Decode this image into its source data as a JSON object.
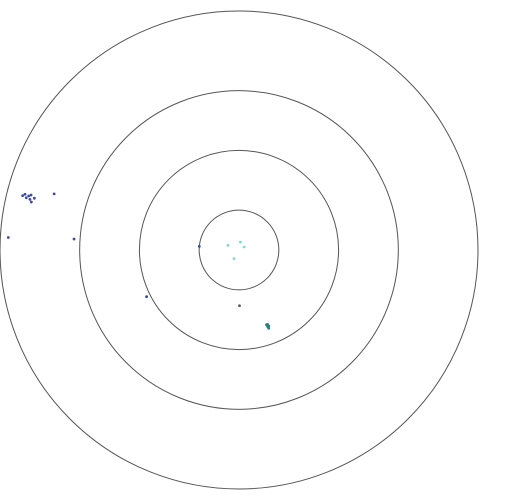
{
  "chart_data": {
    "type": "scatter",
    "coordinate_system": "polar",
    "title": "",
    "radial_ticks": [
      0.2,
      0.5,
      0.8,
      1.2
    ],
    "radial_ticks_labeled": false,
    "rmax": 1.2,
    "angle_zero": "east",
    "angle_direction": "counterclockwise",
    "ring_color": "#555555",
    "series": [
      {
        "color": "#3b4aa8",
        "points": [
          {
            "r": 1.12,
            "theta": 165.9
          },
          {
            "r": 1.11,
            "theta": 165.4
          },
          {
            "r": 1.1,
            "theta": 166.2
          },
          {
            "r": 1.09,
            "theta": 165.6
          },
          {
            "r": 1.08,
            "theta": 166.4
          },
          {
            "r": 1.08,
            "theta": 165.2
          },
          {
            "r": 1.07,
            "theta": 167.0
          },
          {
            "r": 1.06,
            "theta": 165.8
          },
          {
            "r": 0.97,
            "theta": 163.1
          },
          {
            "r": 0.52,
            "theta": 206.8
          },
          {
            "r": 0.2,
            "theta": 174.8
          },
          {
            "r": 1.16,
            "theta": 176.9
          },
          {
            "r": 0.83,
            "theta": 176.2
          }
        ]
      },
      {
        "color": "#2a7f7a",
        "points": [
          {
            "r": 0.41,
            "theta": 290.5
          },
          {
            "r": 0.4,
            "theta": 291.0
          },
          {
            "r": 0.42,
            "theta": 290.8
          },
          {
            "r": 0.4,
            "theta": 290.2
          },
          {
            "r": 0.41,
            "theta": 291.4
          }
        ]
      },
      {
        "color": "#7fd8d0",
        "points": [
          {
            "r": 0.06,
            "theta": 157.0
          },
          {
            "r": 0.05,
            "theta": 240.0
          },
          {
            "r": 0.04,
            "theta": 80.0
          },
          {
            "r": 0.03,
            "theta": 30.0
          }
        ]
      },
      {
        "color": "#555555",
        "points": [
          {
            "r": 0.28,
            "theta": 270.5
          }
        ]
      }
    ]
  }
}
